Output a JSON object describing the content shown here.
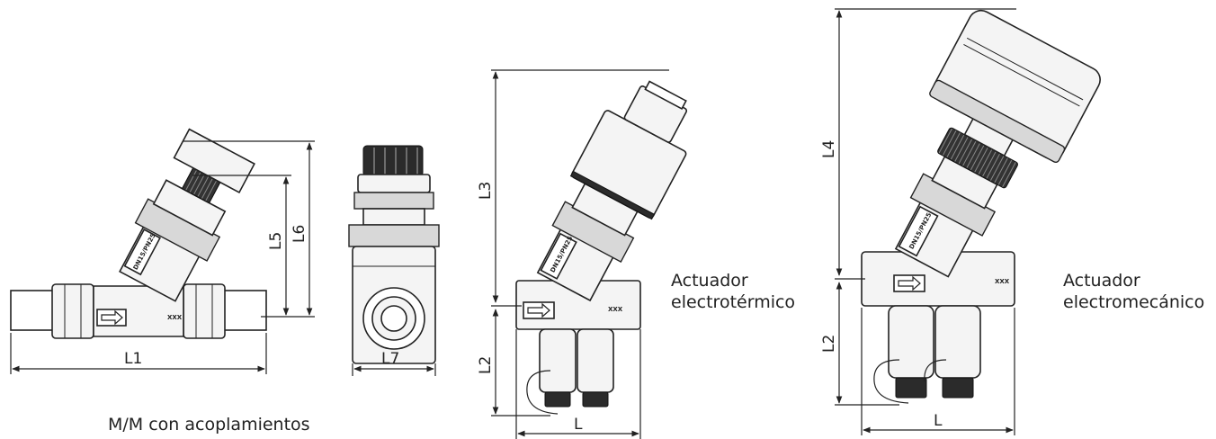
{
  "dimensions": {
    "fig1": {
      "l1": "L1",
      "l5": "L5",
      "l6": "L6"
    },
    "fig2": {
      "l7": "L7"
    },
    "fig3": {
      "l3": "L3",
      "l2": "L2",
      "l": "L"
    },
    "fig4": {
      "l4": "L4",
      "l2": "L2",
      "l": "L"
    }
  },
  "captions": {
    "fig1": "M/M con acoplamientos",
    "fig3": [
      "Actuador",
      "electrotérmico"
    ],
    "fig4": [
      "Actuador",
      "electromecánico"
    ]
  },
  "markings": {
    "valve_label": "DN15/PN25",
    "code": "XXX",
    "flow_arrow": "arrow-right-icon"
  }
}
